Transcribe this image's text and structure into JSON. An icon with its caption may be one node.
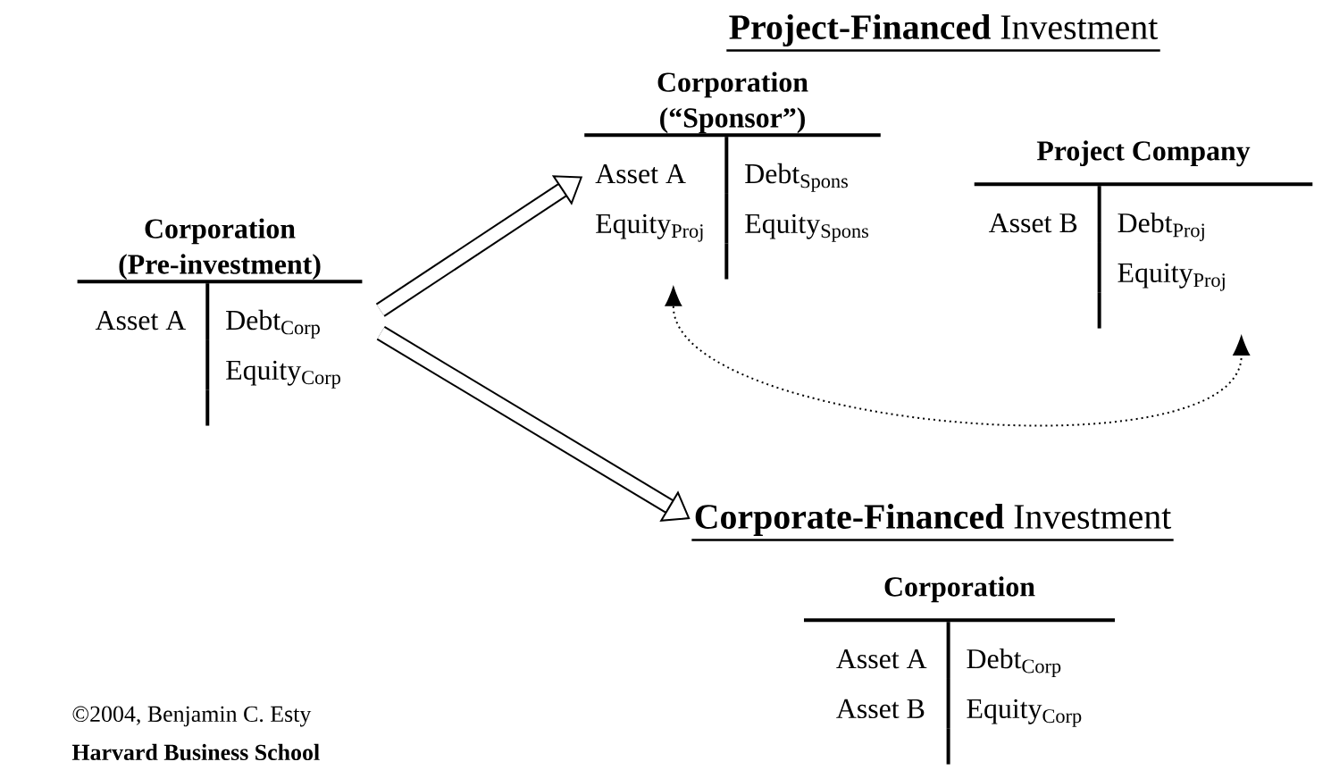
{
  "diagram": {
    "nodes": [
      {
        "text": [
          "Corporation (Pre-investment)",
          "Asset A",
          "Debt$_{Corp}$",
          "Equity$_{Corp}$"
        ]
      },
      {
        "text": [
          "**Project-Financed** Investment"
        ]
      },
      {
        "text": [
          "Corporation (“Sponsor”)",
          "Asset A",
          "Debt$_{Spons}$",
          "Equity$_{Proj}$",
          "Equity$_{Spons}$"
        ]
      },
      {
        "text": [
          "Project Company",
          "Asset B",
          "Debt$_{Proj}$",
          "Equity$_{Proj}$"
        ]
      },
      {
        "text": [
          "**Corporate-Financed** Investment"
        ]
      },
      {
        "text": [
          "Corporation",
          "Asset A",
          "Debt$_{Corp}$",
          "Asset B",
          "Equity$_{Corp}$"
        ]
      }
    ],
    "edges": [
      {
        "from": 0,
        "to": 2,
        "arrow": "to"
      },
      {
        "from": 0,
        "to": 4,
        "arrow": "to"
      },
      {
        "from": 2,
        "to": 3,
        "arrow": "both",
        "style": "dashed"
      }
    ],
    "labels": [
      "©2004, Benjamin C. Esty",
      "Harvard Business School"
    ]
  }
}
